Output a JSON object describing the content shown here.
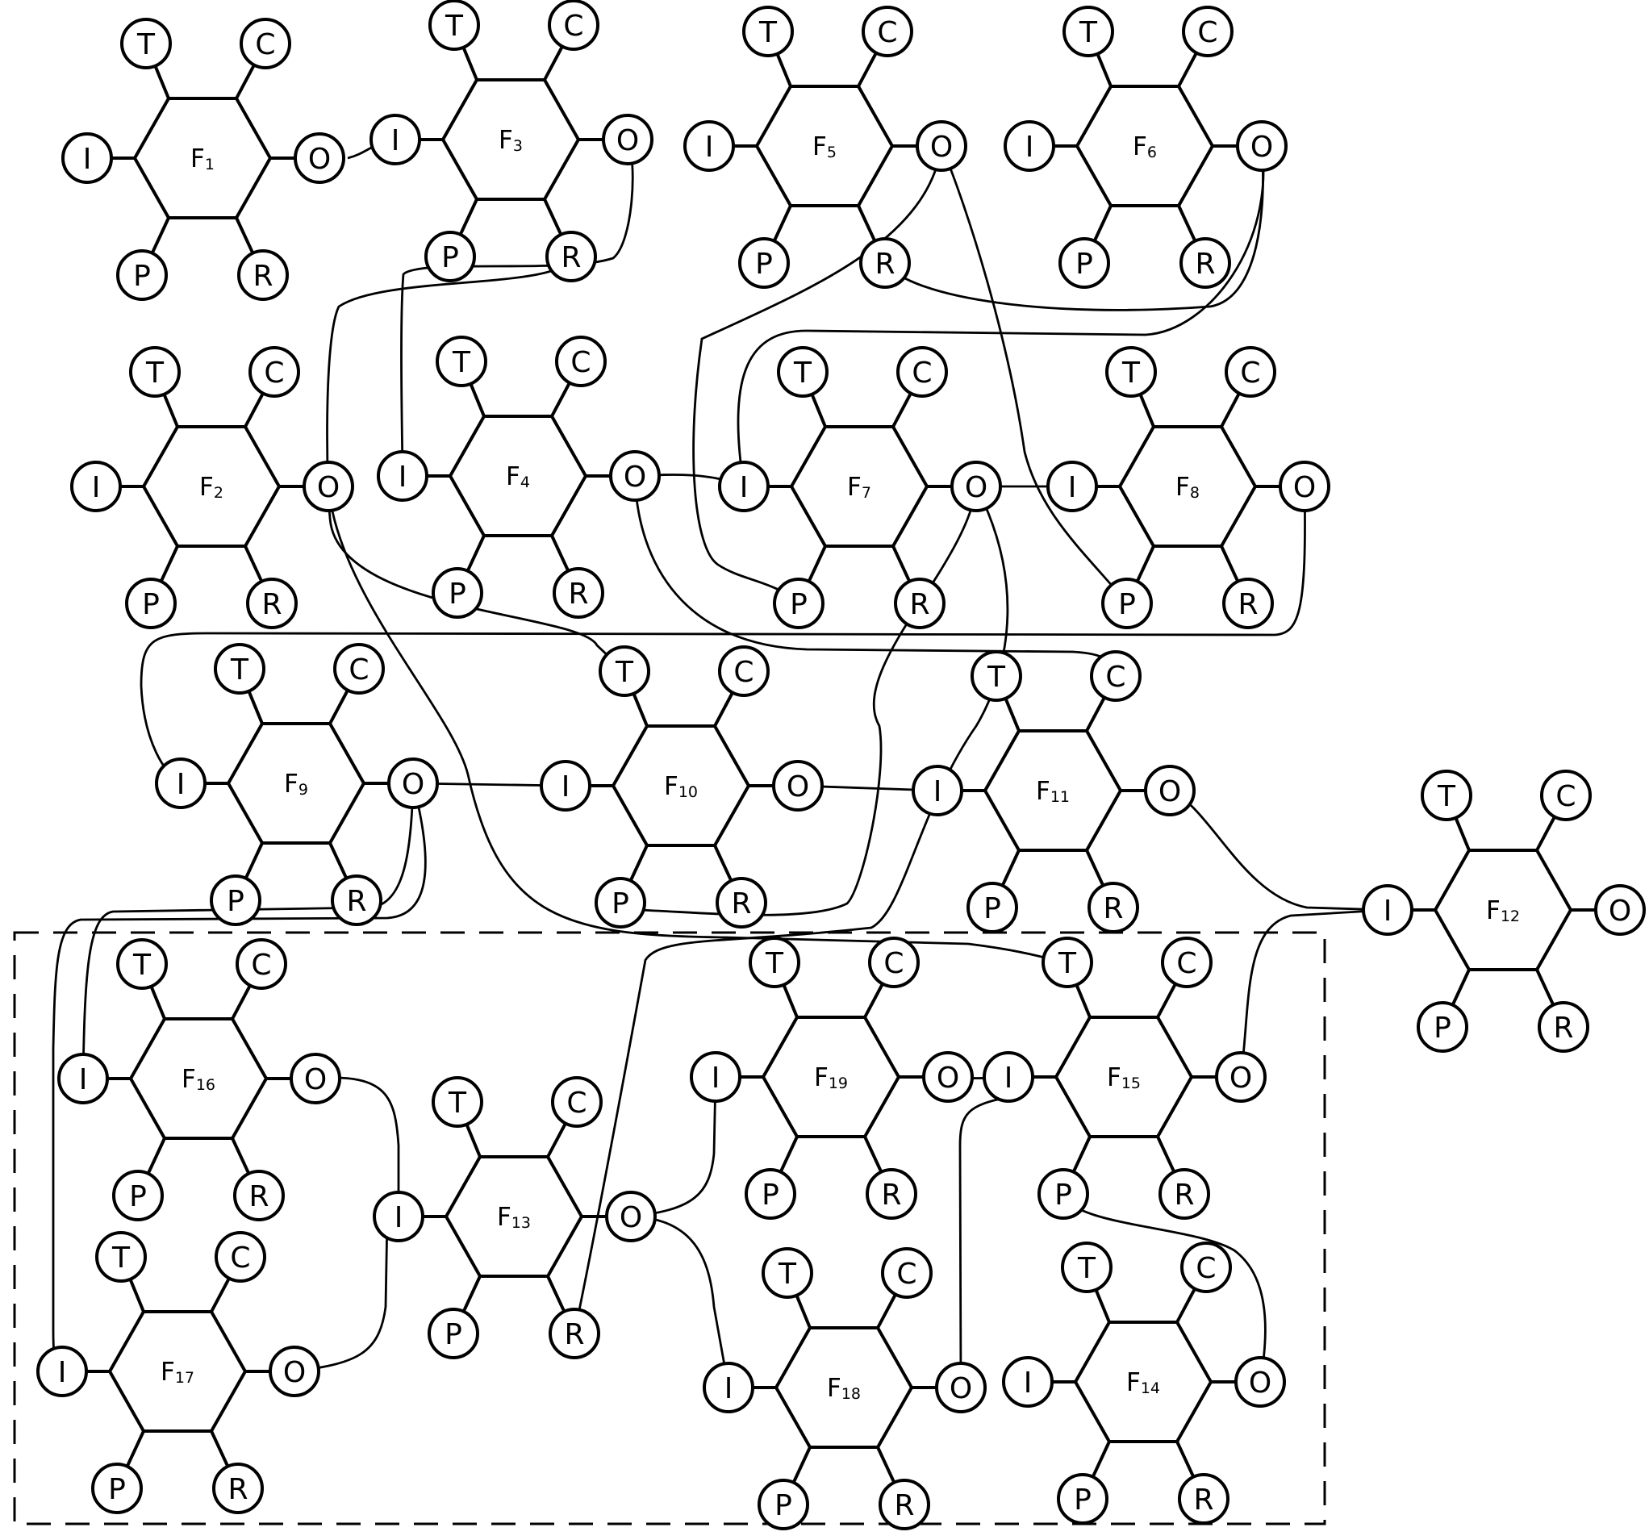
{
  "port_labels": [
    "T",
    "C",
    "I",
    "O",
    "P",
    "R"
  ],
  "functions": [
    {
      "id": "F1",
      "name": "F",
      "index": "1"
    },
    {
      "id": "F2",
      "name": "F",
      "index": "2"
    },
    {
      "id": "F3",
      "name": "F",
      "index": "3"
    },
    {
      "id": "F4",
      "name": "F",
      "index": "4"
    },
    {
      "id": "F5",
      "name": "F",
      "index": "5"
    },
    {
      "id": "F6",
      "name": "F",
      "index": "6"
    },
    {
      "id": "F7",
      "name": "F",
      "index": "7"
    },
    {
      "id": "F8",
      "name": "F",
      "index": "8"
    },
    {
      "id": "F9",
      "name": "F",
      "index": "9"
    },
    {
      "id": "F10",
      "name": "F",
      "index": "10"
    },
    {
      "id": "F11",
      "name": "F",
      "index": "11"
    },
    {
      "id": "F12",
      "name": "F",
      "index": "12"
    },
    {
      "id": "F13",
      "name": "F",
      "index": "13"
    },
    {
      "id": "F14",
      "name": "F",
      "index": "14"
    },
    {
      "id": "F15",
      "name": "F",
      "index": "15"
    },
    {
      "id": "F16",
      "name": "F",
      "index": "16"
    },
    {
      "id": "F17",
      "name": "F",
      "index": "17"
    },
    {
      "id": "F18",
      "name": "F",
      "index": "18"
    },
    {
      "id": "F19",
      "name": "F",
      "index": "19"
    }
  ],
  "couplings": [
    {
      "from": "F1.O",
      "to": "F3.I"
    },
    {
      "from": "F3.O",
      "to": "F4.I"
    },
    {
      "from": "F3.R",
      "to": "F10.T"
    },
    {
      "from": "F4.O",
      "to": "F7.I"
    },
    {
      "from": "F4.O",
      "to": "F11.C"
    },
    {
      "from": "F5.O",
      "to": "F8.P"
    },
    {
      "from": "F5.O",
      "to": "F7.P"
    },
    {
      "from": "F5.R",
      "to": "F6.O"
    },
    {
      "from": "F6.O",
      "to": "F7.I"
    },
    {
      "from": "F7.O",
      "to": "F8.I"
    },
    {
      "from": "F7.O",
      "to": "F10.P"
    },
    {
      "from": "F7.O",
      "to": "F13.R"
    },
    {
      "from": "F2.O",
      "to": "F15.T"
    },
    {
      "from": "F8.O",
      "to": "F9.I"
    },
    {
      "from": "F9.O",
      "to": "F10.I"
    },
    {
      "from": "F9.O",
      "to": "F16.I"
    },
    {
      "from": "F9.O",
      "to": "F17.I"
    },
    {
      "from": "F10.O",
      "to": "F11.I"
    },
    {
      "from": "F11.O",
      "to": "F12.I"
    },
    {
      "from": "F15.O",
      "to": "F12.I"
    },
    {
      "from": "F16.O",
      "to": "F13.I"
    },
    {
      "from": "F17.O",
      "to": "F13.I"
    },
    {
      "from": "F13.O",
      "to": "F19.I"
    },
    {
      "from": "F13.O",
      "to": "F18.I"
    },
    {
      "from": "F19.O",
      "to": "F15.I"
    },
    {
      "from": "F18.O",
      "to": "F15.I"
    },
    {
      "from": "F15.P",
      "to": "F14.O"
    }
  ]
}
